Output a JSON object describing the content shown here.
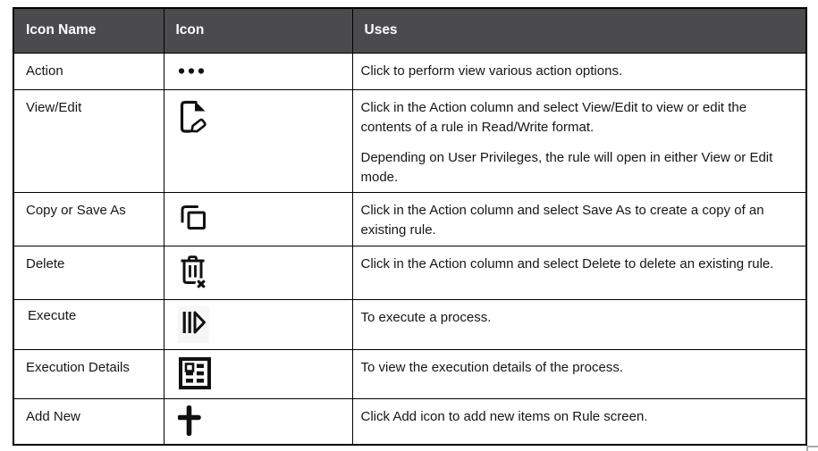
{
  "table": {
    "columns": [
      "Icon Name",
      "Icon",
      "Uses"
    ],
    "rows": [
      {
        "name": "Action",
        "icon": "ellipsis-icon",
        "uses": [
          "Click to perform view various action options."
        ]
      },
      {
        "name": "View/Edit",
        "icon": "view-edit-icon",
        "uses": [
          "Click in the Action column and select View/Edit to view or edit the contents of a rule in Read/Write format.",
          "Depending on User Privileges, the rule will open in either View or Edit mode."
        ]
      },
      {
        "name": "Copy or Save As",
        "icon": "copy-icon",
        "uses": [
          "Click in the Action column and select Save As to create a copy of an existing rule."
        ]
      },
      {
        "name": "Delete",
        "icon": "delete-icon",
        "uses": [
          "Click in the Action column and select Delete to delete an existing rule."
        ]
      },
      {
        "name": "Execute",
        "icon": "execute-icon",
        "uses": [
          "To execute a process."
        ]
      },
      {
        "name": "Execution Details",
        "icon": "execution-details-icon",
        "uses": [
          "To view the execution details of the process."
        ]
      },
      {
        "name": "Add New",
        "icon": "add-icon",
        "uses": [
          "Click Add icon to add new items on Rule screen."
        ]
      }
    ],
    "colors": {
      "header_bg": "#4b4b4d",
      "header_text": "#ffffff",
      "border": "#000000",
      "body_text": "#161616"
    }
  }
}
